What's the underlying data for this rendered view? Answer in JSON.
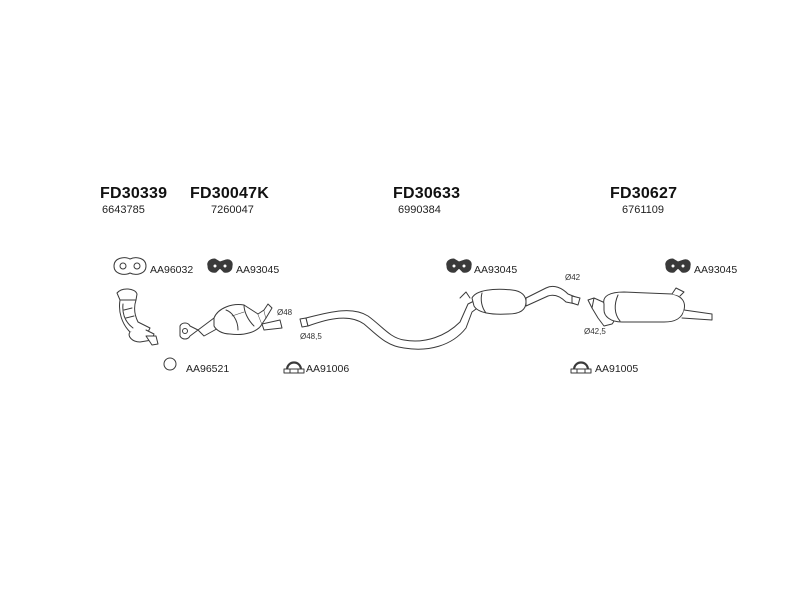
{
  "parts": [
    {
      "code": "FD30339",
      "oem": "6643785"
    },
    {
      "code": "FD30047K",
      "oem": "7260047"
    },
    {
      "code": "FD30633",
      "oem": "6990384"
    },
    {
      "code": "FD30627",
      "oem": "6761109"
    }
  ],
  "accessories": {
    "gasket": "AA96032",
    "hanger_front": "AA93045",
    "ring": "AA96521",
    "clamp_center": "AA91006",
    "hanger_center": "AA93045",
    "clamp_rear": "AA91005",
    "hanger_rear": "AA93045"
  },
  "dimensions": {
    "d48": "Ø48",
    "d48_5": "Ø48,5",
    "d42": "Ø42",
    "d42_5": "Ø42,5"
  },
  "colors": {
    "line": "#3a3a3a",
    "fill": "#ffffff",
    "shade": "#bdbdbd"
  }
}
